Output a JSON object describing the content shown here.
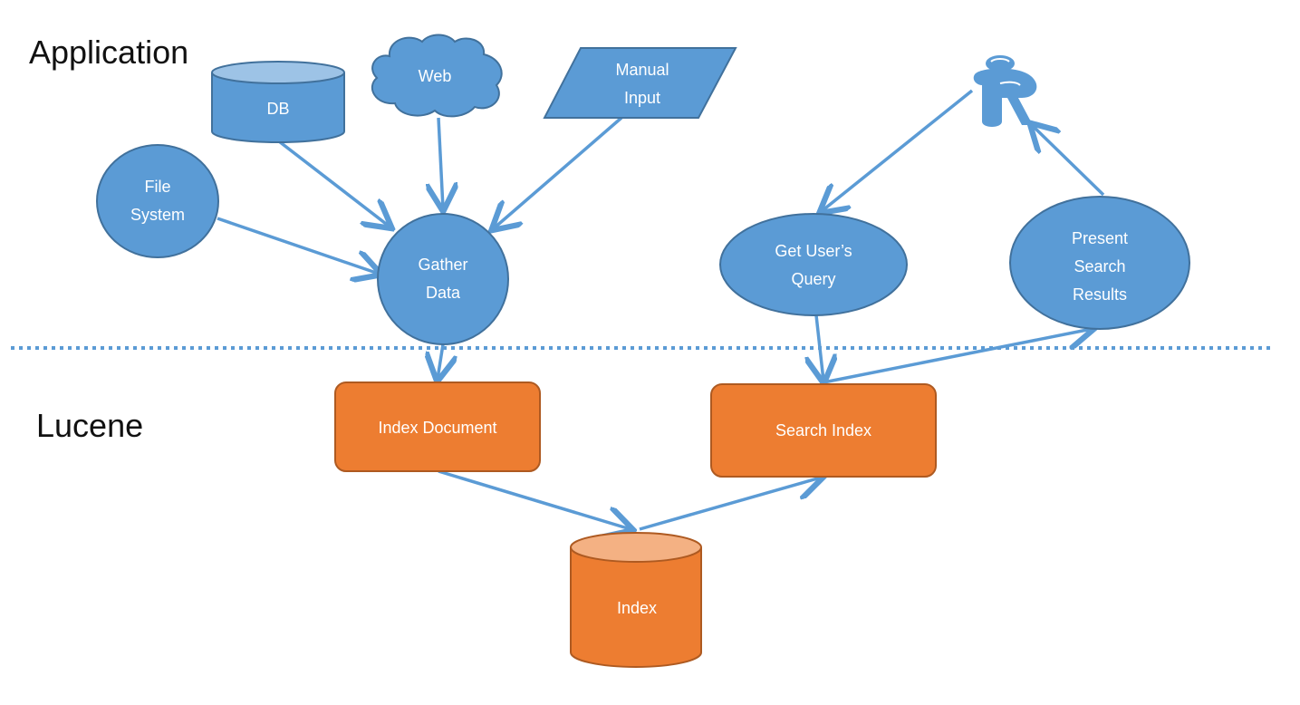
{
  "sections": {
    "application": "Application",
    "lucene": "Lucene"
  },
  "nodes": {
    "db": "DB",
    "web": "Web",
    "manual_input": [
      "Manual",
      "Input"
    ],
    "file_system": [
      "File",
      "System"
    ],
    "gather_data": [
      "Gather",
      "Data"
    ],
    "get_users_query": [
      "Get User’s",
      "Query"
    ],
    "present_search_results": [
      "Present",
      "Search",
      "Results"
    ],
    "index_document": "Index Document",
    "search_index": "Search Index",
    "index": "Index"
  },
  "colors": {
    "blue_fill": "#5b9bd5",
    "blue_stroke": "#41719c",
    "blue_top": "#9dc3e6",
    "orange_fill": "#ed7d31",
    "orange_stroke": "#ae5a21",
    "orange_top": "#f4b183",
    "arrow": "#5b9bd5",
    "divider": "#5b9bd5"
  },
  "icons": {
    "user": "user-icon"
  }
}
